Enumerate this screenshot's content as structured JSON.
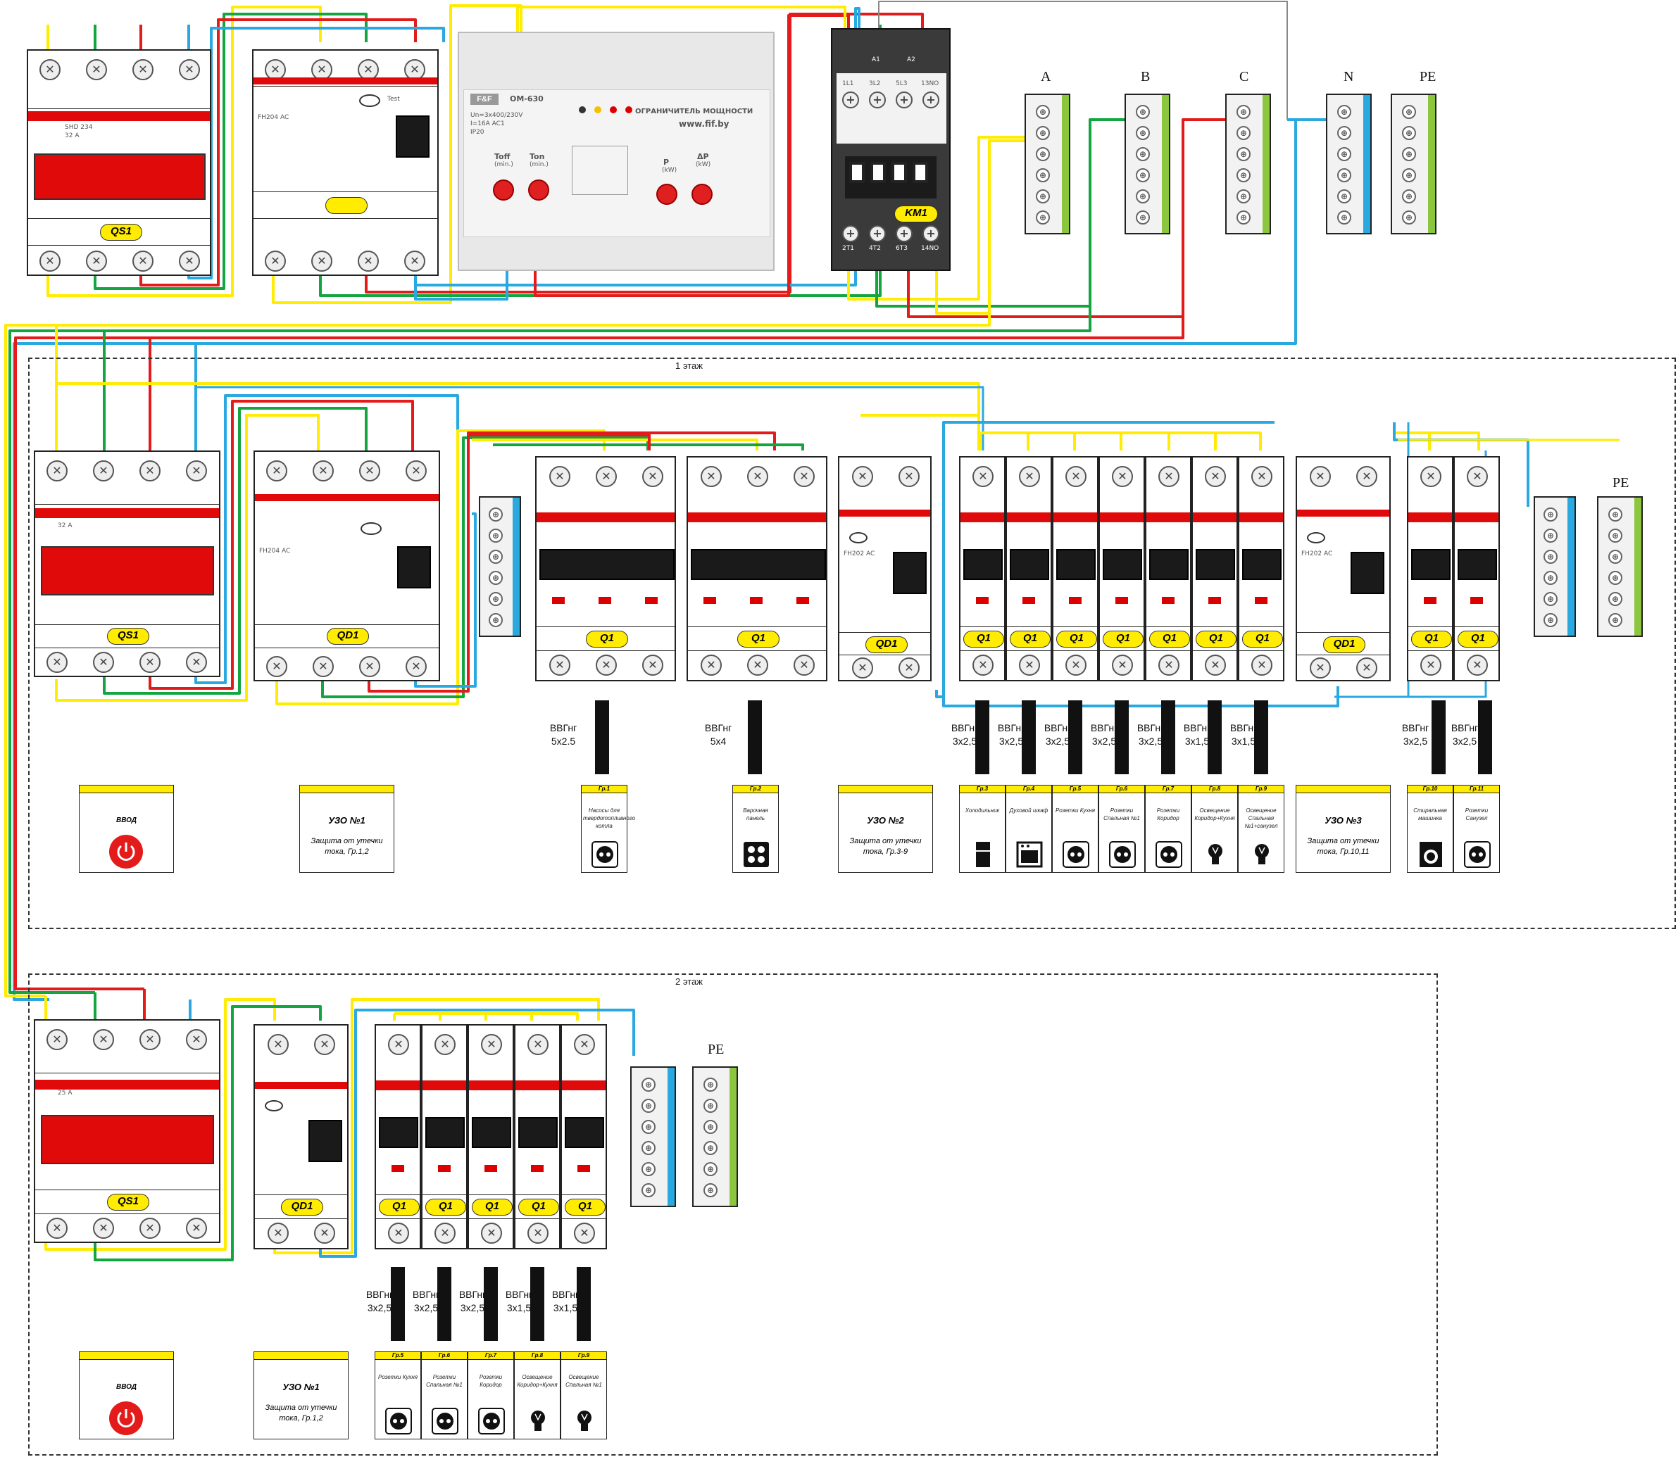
{
  "colors": {
    "phase_a": "#ffec00",
    "phase_b": "#12a540",
    "phase_c": "#e31b1b",
    "neutral": "#2aa8e0",
    "pe": "#8cc63f",
    "breaker_red": "#e10a0a",
    "tag_yellow": "#ffec00"
  },
  "zones": {
    "floor1": "1 этаж",
    "floor2": "2 этаж"
  },
  "top": {
    "qs1": {
      "tag": "QS1",
      "rating": "32 A",
      "model": "SHD 234"
    },
    "rcd": {
      "model": "FH204 AC",
      "test": "Test"
    },
    "relay": {
      "brand": "F&F",
      "model": "OM-630",
      "title": "ОГРАНИЧИТЕЛЬ МОЩНОСТИ",
      "url": "www.fif.by",
      "spec1": "Un=3x400/230V",
      "spec2": "I=16A AC1",
      "spec3": "IP20",
      "knob1": "Toff",
      "knob2": "Ton",
      "knob3": "P",
      "knob4": "ΔP",
      "knob1_unit": "(min.)",
      "knob2_unit": "(min.)",
      "knob3_unit": "(kW)",
      "knob4_unit": "(kW)"
    },
    "contactor": {
      "tag": "KM1",
      "top_labels": [
        "1L1",
        "3L2",
        "5L3",
        "13NO"
      ],
      "bottom_labels": [
        "2T1",
        "4T2",
        "6T3",
        "14NO"
      ],
      "a1": "A1",
      "a2": "A2"
    },
    "buses": [
      "A",
      "B",
      "C",
      "N",
      "PE"
    ]
  },
  "floor1": {
    "qs1_tag": "QS1",
    "qs1_rating": "32 A",
    "qd1_tag": "QD1",
    "q1_tag": "Q1",
    "qd1_model": "FH204 AC",
    "qd2_model": "FH202 AC",
    "pe_label": "PE",
    "cables": [
      {
        "label": "ВВГнг 5x2.5"
      },
      {
        "label": "ВВГнг 5x4"
      },
      {
        "label": "ВВГнг 3x2,5"
      },
      {
        "label": "ВВГнг 3x2,5"
      },
      {
        "label": "ВВГнг 3x2,5"
      },
      {
        "label": "ВВГнг 3x2,5"
      },
      {
        "label": "ВВГнг 3x2,5"
      },
      {
        "label": "ВВГнг 3x1,5"
      },
      {
        "label": "ВВГнг 3x1,5"
      },
      {
        "label": "ВВГнг 3x2,5"
      },
      {
        "label": "ВВГнг 3x2,5"
      }
    ],
    "vvod": "ВВОД",
    "uzo1_title": "УЗО №1",
    "uzo1_text": "Защита от утечки тока, Гр.1,2",
    "uzo2_title": "УЗО №2",
    "uzo2_text": "Защита от утечки тока, Гр.3-9",
    "uzo3_title": "УЗО №3",
    "uzo3_text": "Защита от утечки тока, Гр.10,11",
    "groups": [
      {
        "head": "Гр.1",
        "text": "Насосы для твердотопливного котла",
        "icon": "socket-icon"
      },
      {
        "head": "Гр.2",
        "text": "Варочная панель",
        "icon": "hob-icon"
      },
      {
        "head": "Гр.3",
        "text": "Холодильник",
        "icon": "fridge-icon"
      },
      {
        "head": "Гр.4",
        "text": "Духовой шкаф",
        "icon": "oven-icon"
      },
      {
        "head": "Гр.5",
        "text": "Розетки Кухня",
        "icon": "socket-icon"
      },
      {
        "head": "Гр.6",
        "text": "Розетки Спальная №1",
        "icon": "socket-icon"
      },
      {
        "head": "Гр.7",
        "text": "Розетки Коридор",
        "icon": "socket-icon"
      },
      {
        "head": "Гр.8",
        "text": "Освещение Коридор+Кухня",
        "icon": "bulb-icon"
      },
      {
        "head": "Гр.9",
        "text": "Освещение Спальная №1+санузел",
        "icon": "bulb-icon"
      },
      {
        "head": "Гр.10",
        "text": "Стиральная машинка",
        "icon": "washer-icon"
      },
      {
        "head": "Гр.11",
        "text": "Розетки Санузел",
        "icon": "socket-icon"
      }
    ]
  },
  "floor2": {
    "qs1_tag": "QS1",
    "qs1_rating": "25 A",
    "qd1_tag": "QD1",
    "q1_tag": "Q1",
    "pe_label": "PE",
    "cables": [
      {
        "label": "ВВГнг 3x2,5"
      },
      {
        "label": "ВВГнг 3x2,5"
      },
      {
        "label": "ВВГнг 3x2,5"
      },
      {
        "label": "ВВГнг 3x1,5"
      },
      {
        "label": "ВВГнг 3x1,5"
      }
    ],
    "vvod": "ВВОД",
    "uzo1_title": "УЗО №1",
    "uzo1_text": "Защита от утечки тока, Гр.1,2",
    "groups": [
      {
        "head": "Гр.5",
        "text": "Розетки Кухня",
        "icon": "socket-icon"
      },
      {
        "head": "Гр.6",
        "text": "Розетки Спальная №1",
        "icon": "socket-icon"
      },
      {
        "head": "Гр.7",
        "text": "Розетки Коридор",
        "icon": "socket-icon"
      },
      {
        "head": "Гр.8",
        "text": "Освещение Коридор+Кухня",
        "icon": "bulb-icon"
      },
      {
        "head": "Гр.9",
        "text": "Освещение Спальная №1",
        "icon": "bulb-icon"
      }
    ]
  }
}
